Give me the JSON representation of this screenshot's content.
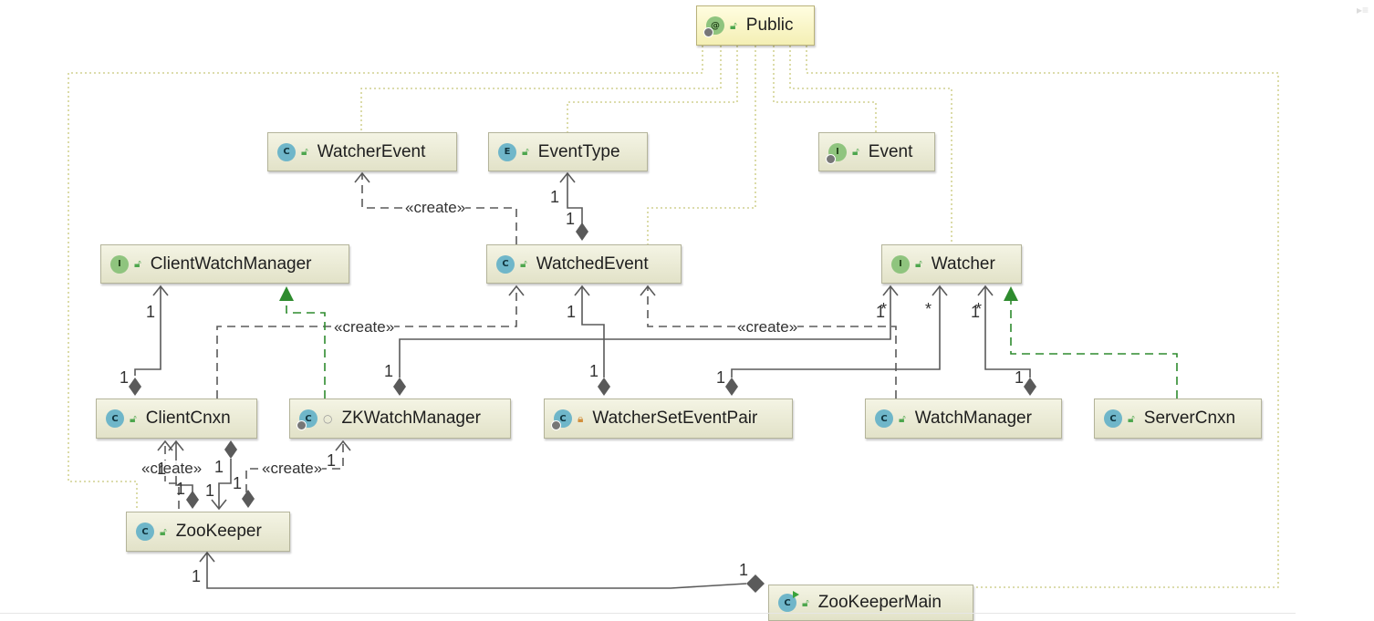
{
  "diagram": {
    "nodes": [
      {
        "id": "public",
        "label": "Public",
        "badge": "@",
        "visibility": "public"
      },
      {
        "id": "watcher-event",
        "label": "WatcherEvent",
        "badge": "C",
        "visibility": "public"
      },
      {
        "id": "event-type",
        "label": "EventType",
        "badge": "E",
        "visibility": "public"
      },
      {
        "id": "event",
        "label": "Event",
        "badge": "I",
        "visibility": "public"
      },
      {
        "id": "client-watch-manager",
        "label": "ClientWatchManager",
        "badge": "I",
        "visibility": "public"
      },
      {
        "id": "watched-event",
        "label": "WatchedEvent",
        "badge": "C",
        "visibility": "public"
      },
      {
        "id": "watcher",
        "label": "Watcher",
        "badge": "I",
        "visibility": "public"
      },
      {
        "id": "client-cnxn",
        "label": "ClientCnxn",
        "badge": "C",
        "visibility": "public"
      },
      {
        "id": "zk-watch-manager",
        "label": "ZKWatchManager",
        "badge": "C",
        "visibility": "package-private"
      },
      {
        "id": "watcher-set-event-pair",
        "label": "WatcherSetEventPair",
        "badge": "C",
        "visibility": "private"
      },
      {
        "id": "watch-manager",
        "label": "WatchManager",
        "badge": "C",
        "visibility": "public"
      },
      {
        "id": "server-cnxn",
        "label": "ServerCnxn",
        "badge": "C",
        "visibility": "public"
      },
      {
        "id": "zookeeper",
        "label": "ZooKeeper",
        "badge": "C",
        "visibility": "public"
      },
      {
        "id": "zookeeper-main",
        "label": "ZooKeeperMain",
        "badge": "C",
        "visibility": "public"
      }
    ],
    "labels": {
      "create": "«create»",
      "one": "1",
      "many": "*"
    }
  },
  "colors": {
    "edge": "#5a5a5a",
    "realization": "#2e8b2e",
    "annotation_link": "#c8c87a",
    "class_icon": "#6fb6c9",
    "interface_icon": "#8fc47e"
  }
}
